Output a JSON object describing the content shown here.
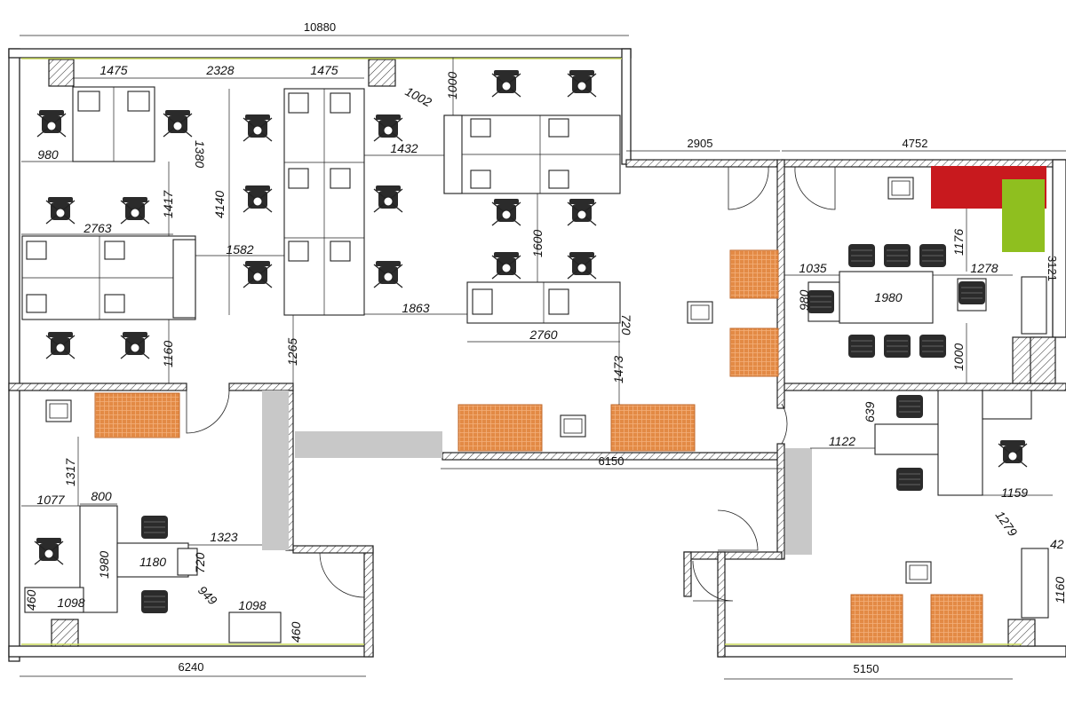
{
  "plan": {
    "dimensions_top": [
      "10880",
      "2905",
      "4752"
    ],
    "dimensions_bottom": [
      "6240",
      "6150",
      "5150"
    ],
    "dimensions_right": [
      "3121"
    ],
    "inner_dimensions": [
      "1475",
      "2328",
      "1475",
      "1002",
      "1000",
      "1380",
      "980",
      "1417",
      "2763",
      "4140",
      "1582",
      "1432",
      "1600",
      "720",
      "1863",
      "2760",
      "1160",
      "1265",
      "1473",
      "1035",
      "1278",
      "1980",
      "980",
      "1176",
      "1000",
      "639",
      "1122",
      "1159",
      "1279",
      "1317",
      "1077",
      "800",
      "1980",
      "1180",
      "720",
      "1323",
      "949",
      "1098",
      "460",
      "1098",
      "460",
      "1160",
      "42"
    ]
  },
  "colors": {
    "sofa": "#e38a45",
    "red_block": "#c8191e",
    "green_block": "#8fbf1f",
    "partition": "#c8c8c8",
    "wall": "#222222"
  }
}
